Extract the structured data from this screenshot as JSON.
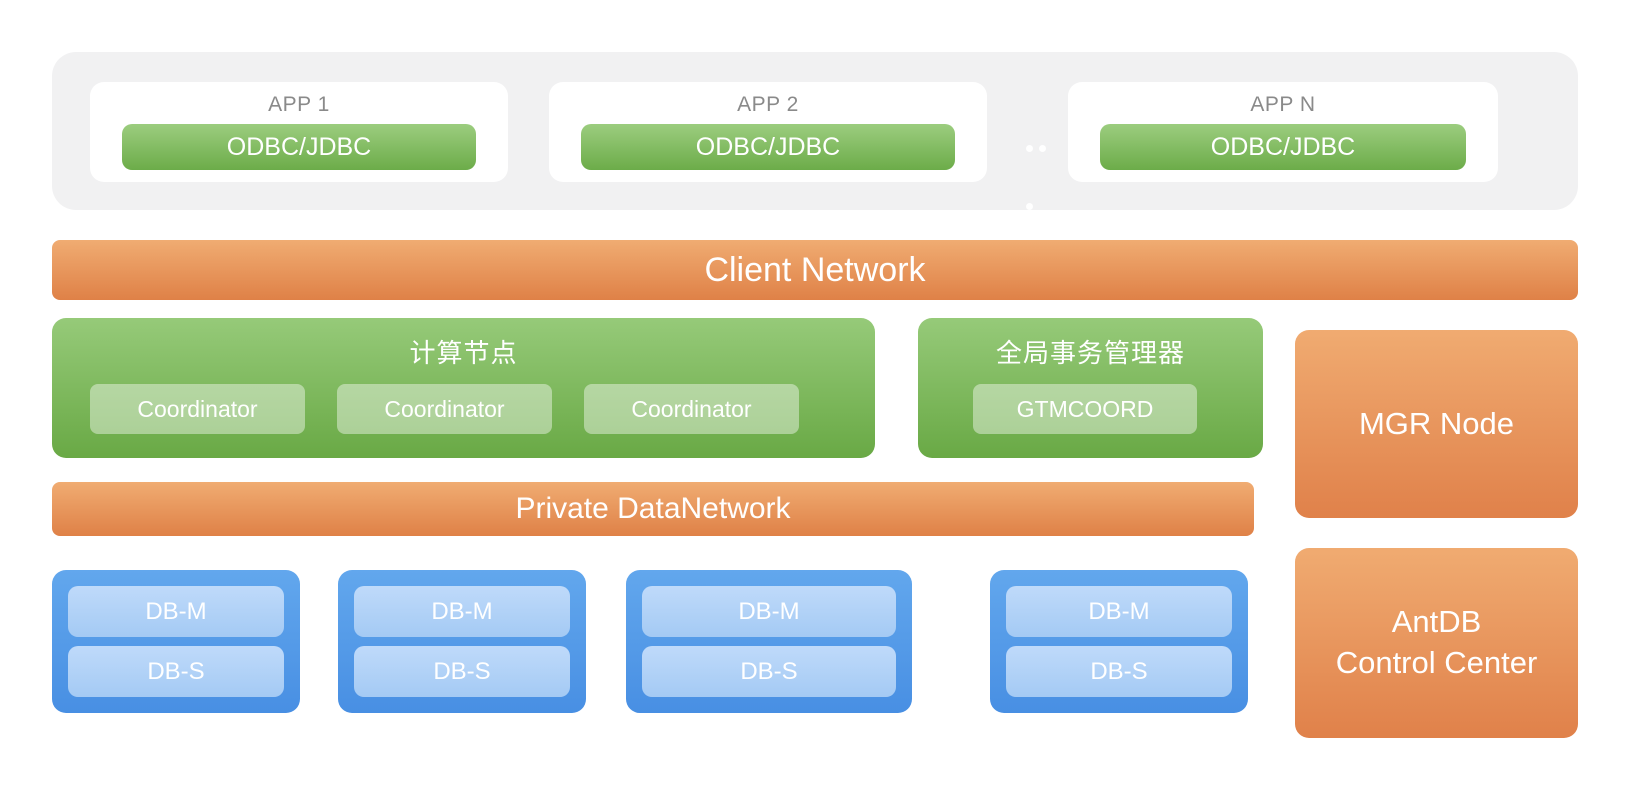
{
  "app_layer": {
    "apps": [
      {
        "title": "APP 1",
        "connector": "ODBC/JDBC"
      },
      {
        "title": "APP 2",
        "connector": "ODBC/JDBC"
      },
      {
        "title": "APP N",
        "connector": "ODBC/JDBC"
      }
    ]
  },
  "client_network": {
    "label": "Client Network"
  },
  "compute_node": {
    "title": "计算节点",
    "coordinators": [
      "Coordinator",
      "Coordinator",
      "Coordinator"
    ]
  },
  "gtm": {
    "title": "全局事务管理器",
    "node": "GTMCOORD"
  },
  "mgr_node": {
    "label": "MGR Node"
  },
  "private_network": {
    "label": "Private DataNetwork"
  },
  "db_groups": [
    {
      "master": "DB-M",
      "standby": "DB-S"
    },
    {
      "master": "DB-M",
      "standby": "DB-S"
    },
    {
      "master": "DB-M",
      "standby": "DB-S"
    },
    {
      "master": "DB-M",
      "standby": "DB-S"
    }
  ],
  "control_center": {
    "line1": "AntDB",
    "line2": "Control Center"
  },
  "icons": {
    "app_ellipsis": "horizontal-white-dots",
    "app_ellipsis_bottom": "single-white-dot"
  },
  "colors": {
    "panel_gray": "#F1F1F2",
    "app_title_gray": "#8A8A8A",
    "orange_top": "#F0AC72",
    "orange_bottom": "#DF8147",
    "green_top": "#96CA79",
    "green_bottom": "#69A945",
    "green_button_top": "#9CCD7F",
    "green_button_bottom": "#6CAC49",
    "sub_button_tint": "rgba(255,255,255,0.42)",
    "blue_top": "#62A7ED",
    "blue_bottom": "#488FE3",
    "blue_inner_top": "#BFDAFA",
    "blue_inner_bottom": "#A4CAF4",
    "text_white": "#FFFFFF"
  }
}
